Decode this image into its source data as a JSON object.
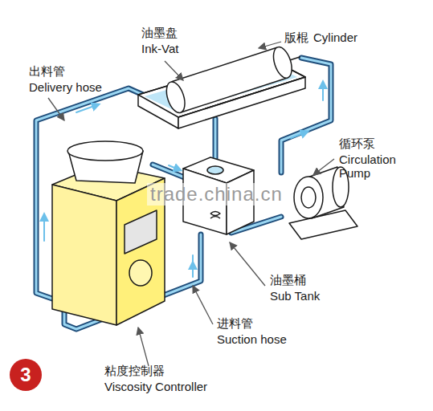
{
  "diagram": {
    "labels": [
      "油墨盘",
      "Ink-Vat",
      "版棍",
      "Cylinder",
      "出料管",
      "Delivery hose",
      "循环泵",
      "Circulation Pump",
      "油墨桶",
      "Sub Tank",
      "进料管",
      "Suction hose",
      "粘度控制器",
      "Viscosity Controller",
      "3",
      "trade.china.cn"
    ]
  }
}
